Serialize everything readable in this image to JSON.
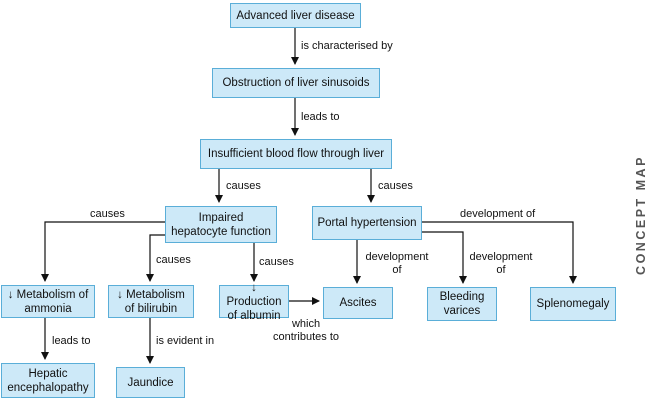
{
  "side_title": "CONCEPT MAP",
  "nodes": {
    "advanced": "Advanced liver disease",
    "obstruction": "Obstruction of liver sinusoids",
    "insufficient": "Insufficient blood flow through liver",
    "impaired": "Impaired hepatocyte function",
    "portal": "Portal hypertension",
    "ammonia": "↓ Metabolism of ammonia",
    "bilirubin": "↓ Metabolism of bilirubin",
    "albumin": "↓ Production of albumin",
    "ascites": "Ascites",
    "varices": "Bleeding varices",
    "splenomegaly": "Splenomegaly",
    "hepatic": "Hepatic encephalopathy",
    "jaundice": "Jaundice"
  },
  "links": {
    "characterised": "is characterised by",
    "leads_to_1": "leads to",
    "causes_1": "causes",
    "causes_2": "causes",
    "causes_3": "causes",
    "causes_4": "causes",
    "causes_5": "causes",
    "development_asc": "development of",
    "development_var": "development of",
    "development_spl": "development of",
    "which_contributes": "which contributes to",
    "leads_to_2": "leads to",
    "evident_in": "is evident in"
  }
}
